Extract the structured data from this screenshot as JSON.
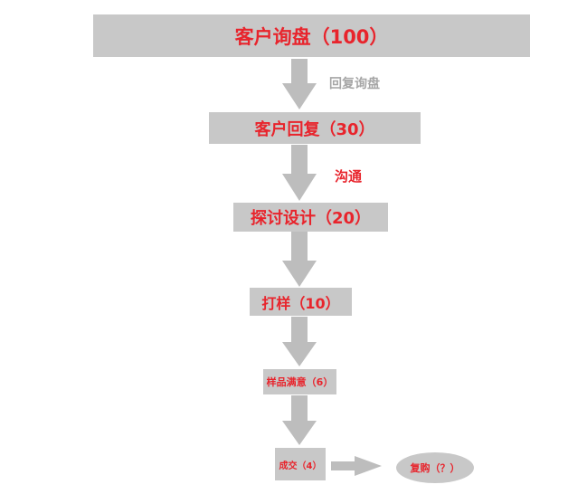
{
  "colors": {
    "box_fill": "#c8c8c8",
    "arrow_fill": "#bdbdbd",
    "text_red": "#e8242c",
    "text_gray": "#a6a6a6"
  },
  "steps": [
    {
      "label": "客户询盘（100）"
    },
    {
      "label": "客户回复（30）"
    },
    {
      "label": "探讨设计（20）"
    },
    {
      "label": "打样（10）"
    },
    {
      "label": "样品满意（6）"
    },
    {
      "label": "成交（4）"
    }
  ],
  "repurchase": {
    "label": "复购（？）"
  },
  "transitions": [
    {
      "label": "回复询盘"
    },
    {
      "label": "沟通"
    }
  ]
}
